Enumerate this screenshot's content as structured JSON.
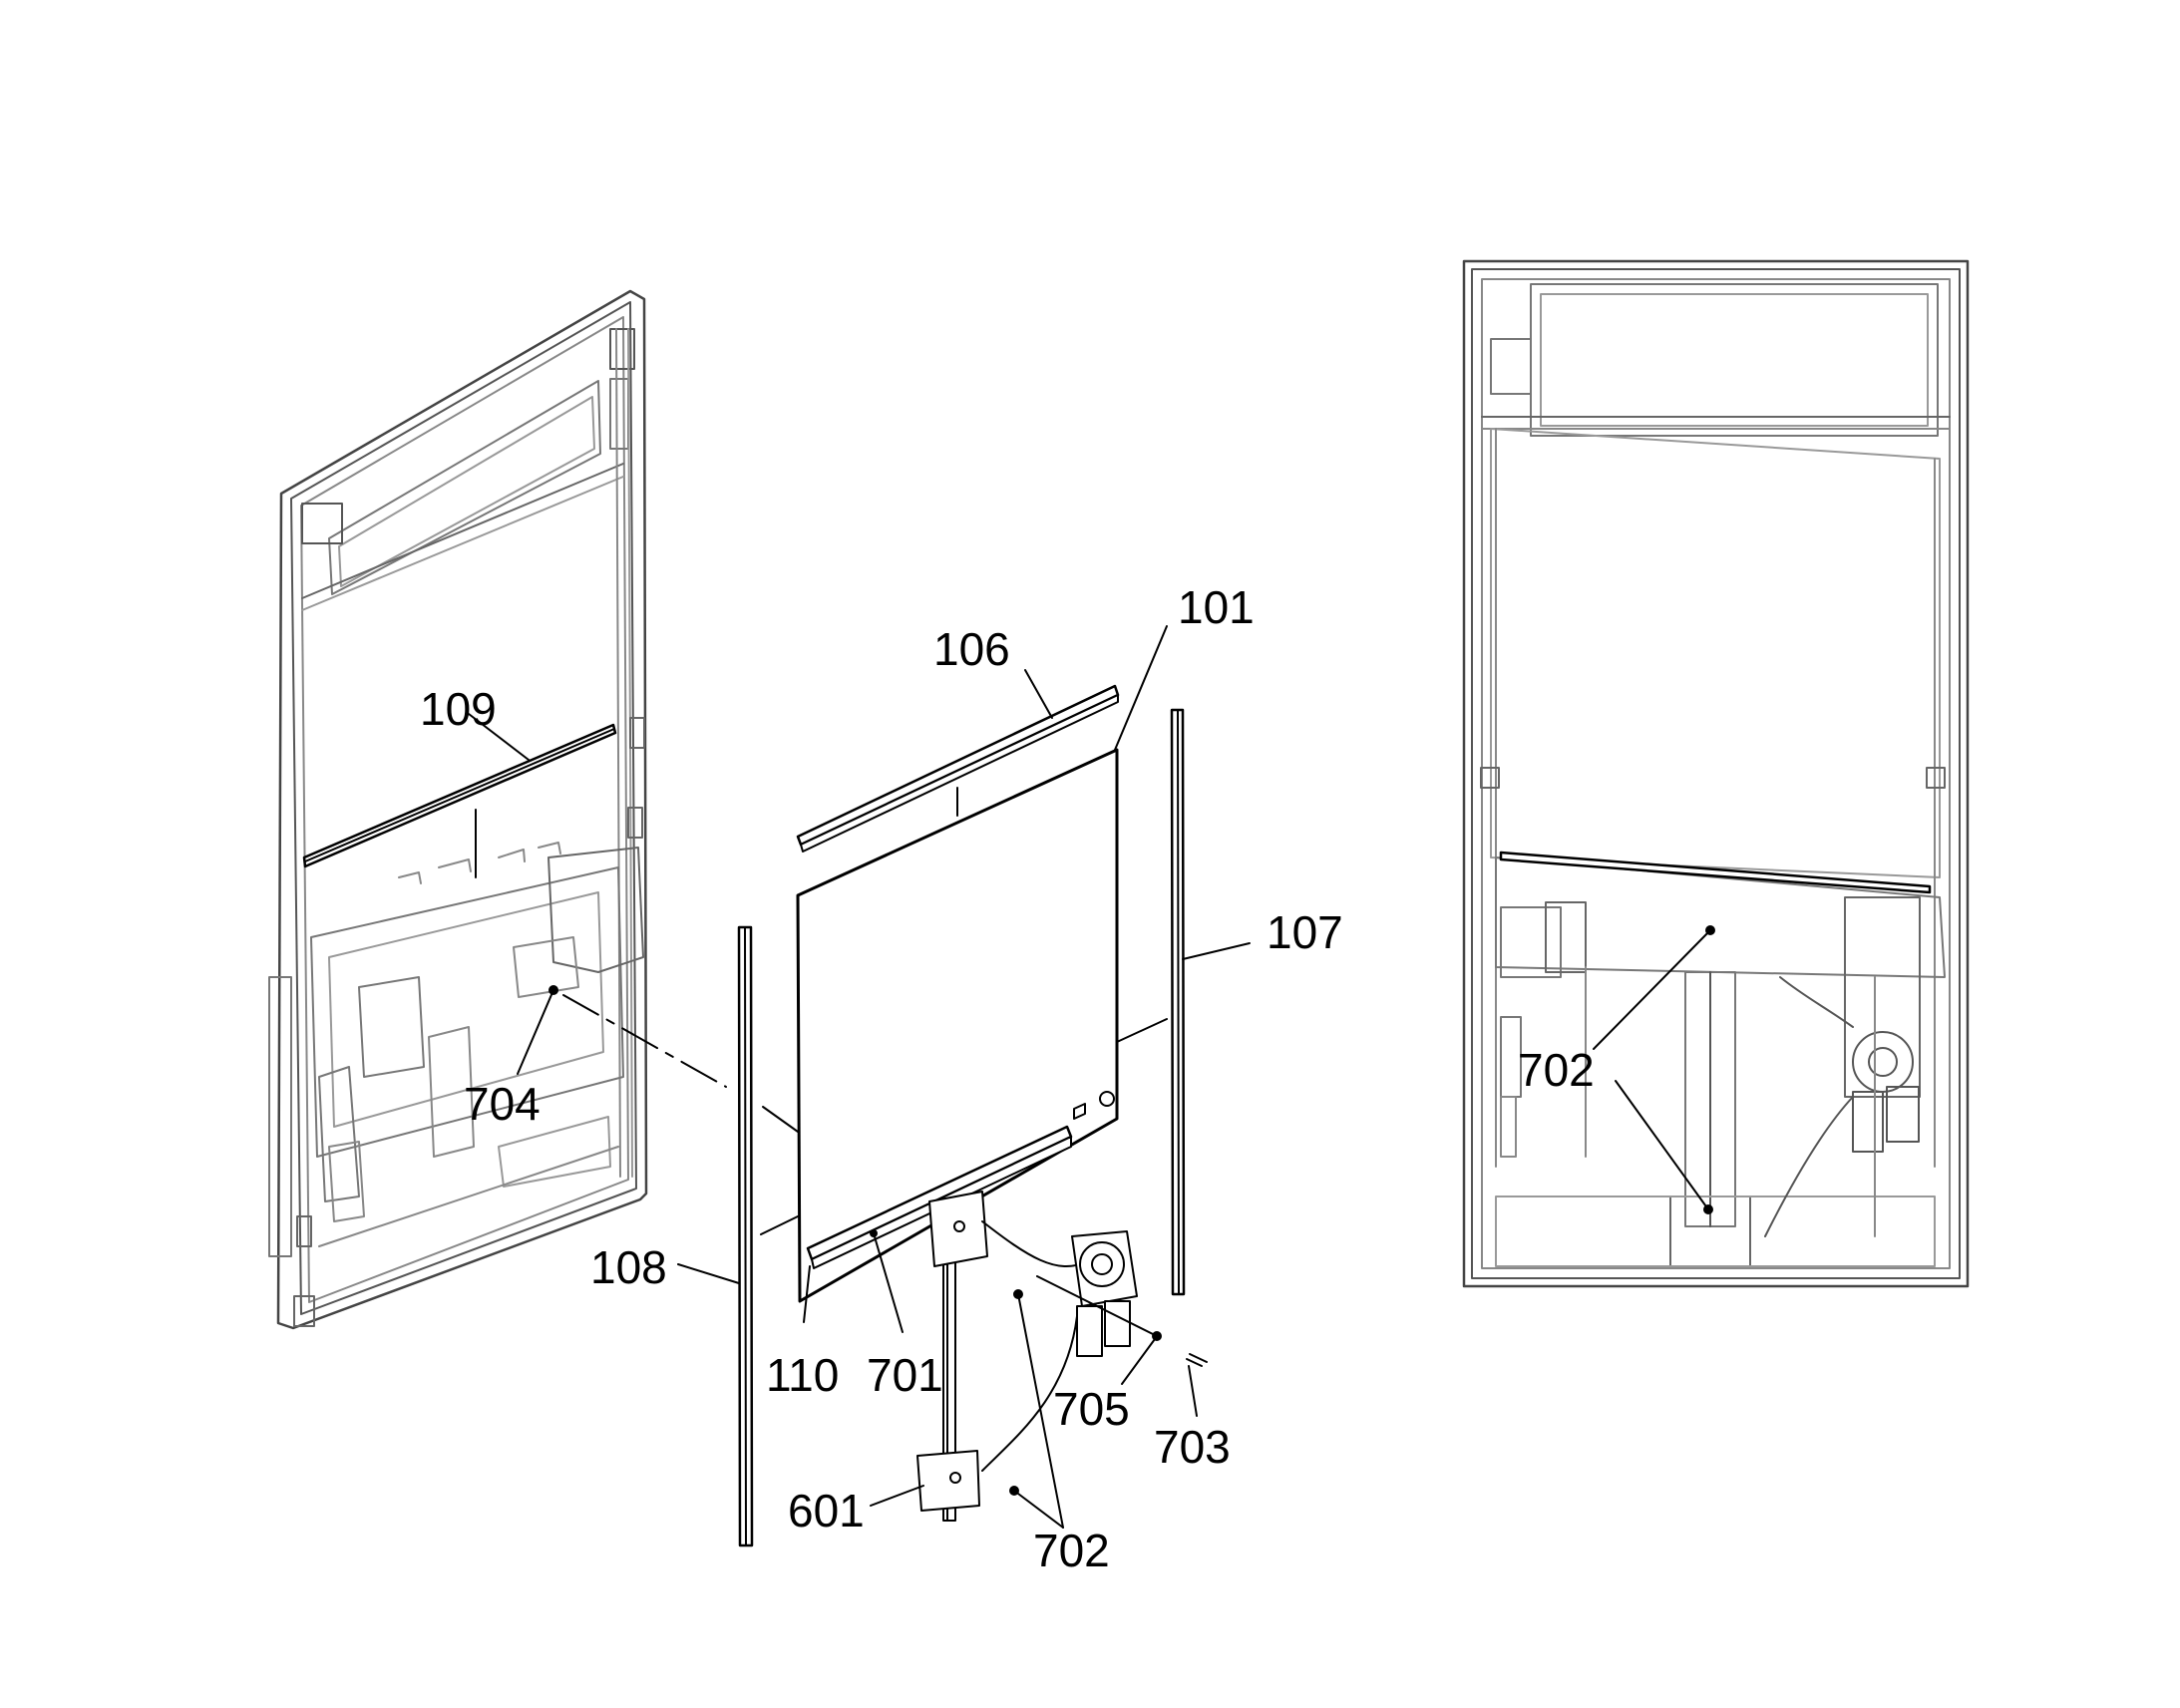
{
  "diagram": {
    "callouts": [
      {
        "id": "101",
        "text": "101"
      },
      {
        "id": "106",
        "text": "106"
      },
      {
        "id": "107",
        "text": "107"
      },
      {
        "id": "108",
        "text": "108"
      },
      {
        "id": "109",
        "text": "109"
      },
      {
        "id": "110",
        "text": "110"
      },
      {
        "id": "601",
        "text": "601"
      },
      {
        "id": "701",
        "text": "701"
      },
      {
        "id": "702a",
        "text": "702"
      },
      {
        "id": "702b",
        "text": "702"
      },
      {
        "id": "703",
        "text": "703"
      },
      {
        "id": "704",
        "text": "704"
      },
      {
        "id": "705",
        "text": "705"
      }
    ]
  }
}
